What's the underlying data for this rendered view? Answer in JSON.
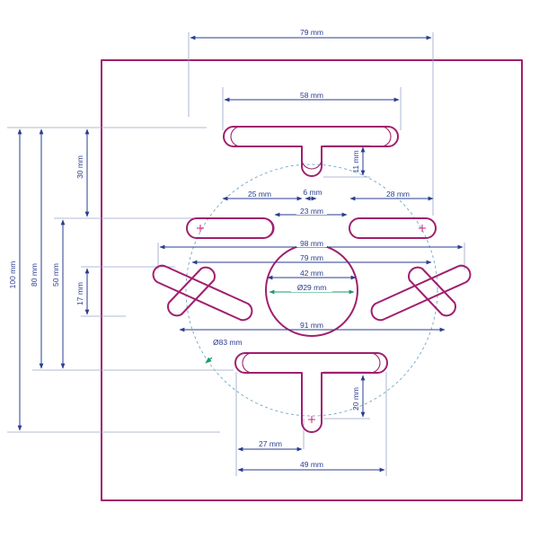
{
  "dimensions": {
    "top_width": "79 mm",
    "upper_t_width": "58 mm",
    "upper_t_stem": "11 mm",
    "left_slot": "25 mm",
    "stem_width": "6 mm",
    "right_slot": "28 mm",
    "slot_gap": "23 mm",
    "wide_span": "98 mm",
    "arm_span": "79 mm",
    "center_circle": "42 mm",
    "inner_circle": "Ø29 mm",
    "lower_span": "91 mm",
    "pattern_circle": "Ø83 mm",
    "lower_t_stem": "20 mm",
    "lower_t_half": "27 mm",
    "lower_t_width": "49 mm",
    "height_100": "100 mm",
    "height_80": "80 mm",
    "height_50": "50 mm",
    "height_30": "30 mm",
    "height_17": "17 mm"
  },
  "colors": {
    "outline": "#a0206e",
    "dimension": "#2a3d8f",
    "pattern_circle": "#6fa7c7",
    "marker": "#d0207a",
    "green_arrow": "#1e9a6a"
  }
}
